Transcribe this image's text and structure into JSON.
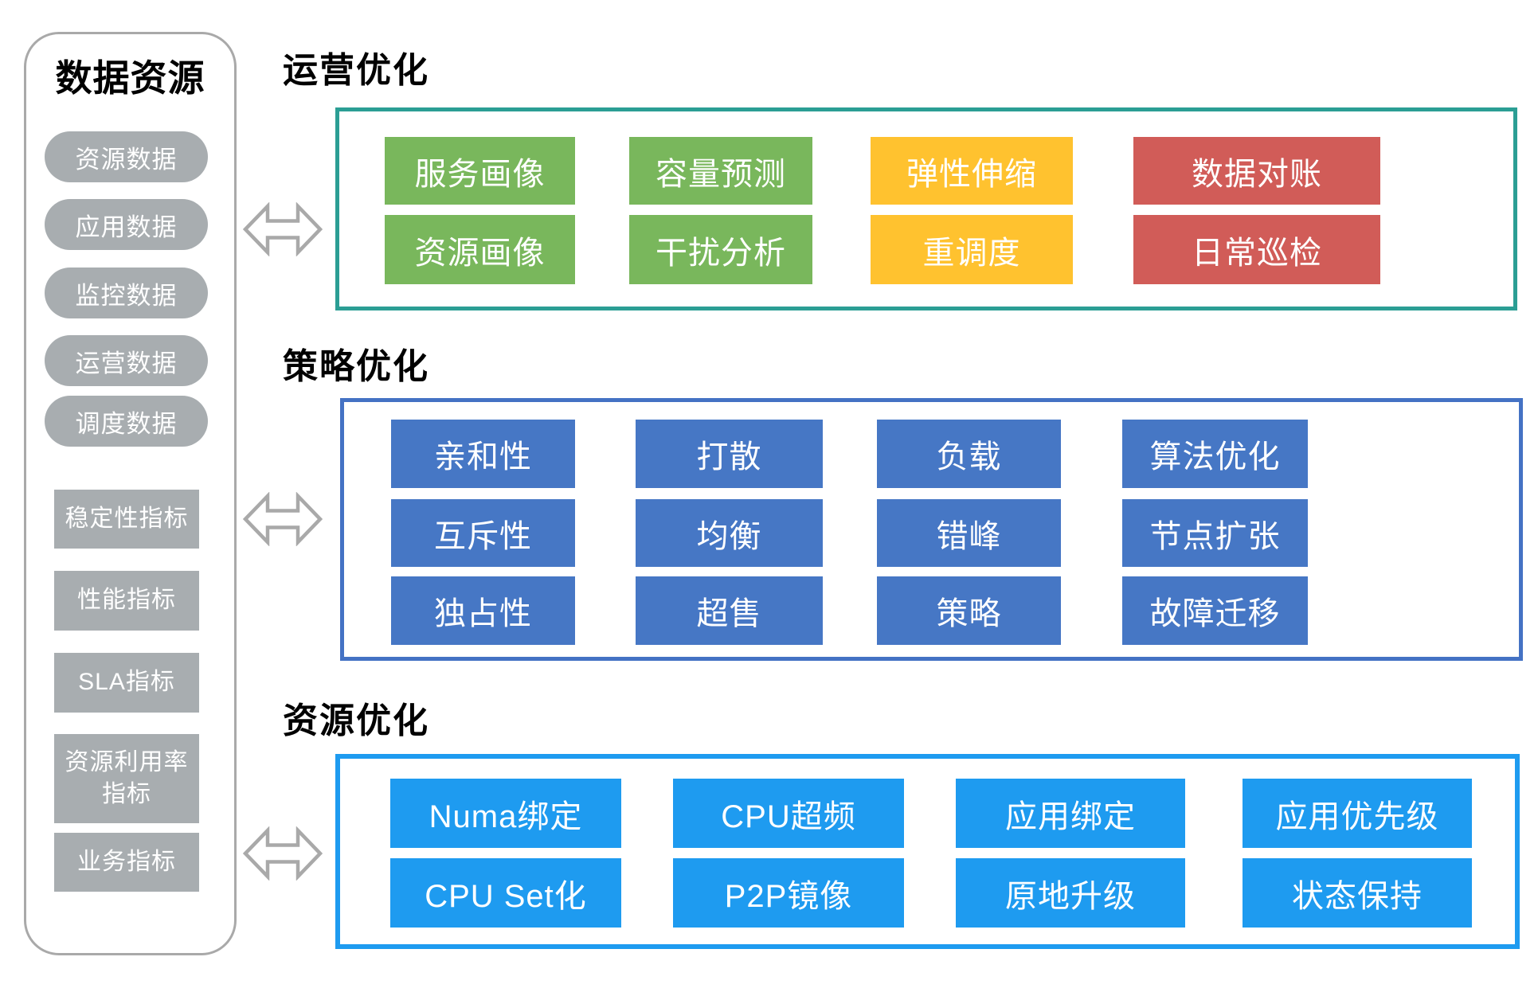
{
  "sidebar": {
    "title": "数据资源",
    "pills": [
      "资源数据",
      "应用数据",
      "监控数据",
      "运营数据",
      "调度数据"
    ],
    "metrics": [
      "稳定性指标",
      "性能指标",
      "SLA指标",
      "资源利用率指标",
      "业务指标"
    ]
  },
  "icons": {
    "connector": "bidirectional-horizontal-arrow"
  },
  "sections": [
    {
      "title": "运营优化",
      "buttons": [
        {
          "label": "服务画像",
          "color": "green"
        },
        {
          "label": "容量预测",
          "color": "green"
        },
        {
          "label": "弹性伸缩",
          "color": "yellow"
        },
        {
          "label": "数据对账",
          "color": "red"
        },
        {
          "label": "资源画像",
          "color": "green"
        },
        {
          "label": "干扰分析",
          "color": "green"
        },
        {
          "label": "重调度",
          "color": "yellow"
        },
        {
          "label": "日常巡检",
          "color": "red"
        }
      ]
    },
    {
      "title": "策略优化",
      "buttons": [
        {
          "label": "亲和性",
          "color": "blue"
        },
        {
          "label": "打散",
          "color": "blue"
        },
        {
          "label": "负载",
          "color": "blue"
        },
        {
          "label": "算法优化",
          "color": "blue"
        },
        {
          "label": "互斥性",
          "color": "blue"
        },
        {
          "label": "均衡",
          "color": "blue"
        },
        {
          "label": "错峰",
          "color": "blue"
        },
        {
          "label": "节点扩张",
          "color": "blue"
        },
        {
          "label": "独占性",
          "color": "blue"
        },
        {
          "label": "超售",
          "color": "blue"
        },
        {
          "label": "策略",
          "color": "blue"
        },
        {
          "label": "故障迁移",
          "color": "blue"
        }
      ]
    },
    {
      "title": "资源优化",
      "buttons": [
        {
          "label": "Numa绑定",
          "color": "bright-blue"
        },
        {
          "label": "CPU超频",
          "color": "bright-blue"
        },
        {
          "label": "应用绑定",
          "color": "bright-blue"
        },
        {
          "label": "应用优先级",
          "color": "bright-blue"
        },
        {
          "label": "CPU Set化",
          "color": "bright-blue"
        },
        {
          "label": "P2P镜像",
          "color": "bright-blue"
        },
        {
          "label": "原地升级",
          "color": "bright-blue"
        },
        {
          "label": "状态保持",
          "color": "bright-blue"
        }
      ]
    }
  ],
  "colors": {
    "gray": "#A8ADB0",
    "line": "#A9A9A9",
    "teal": "#2B9E94",
    "blue": "#4472C4",
    "btnblue": "#4677C5",
    "bblue": "#1E9BF0",
    "green": "#79B75C",
    "yellow": "#FFC22F",
    "red": "#D15C58"
  }
}
